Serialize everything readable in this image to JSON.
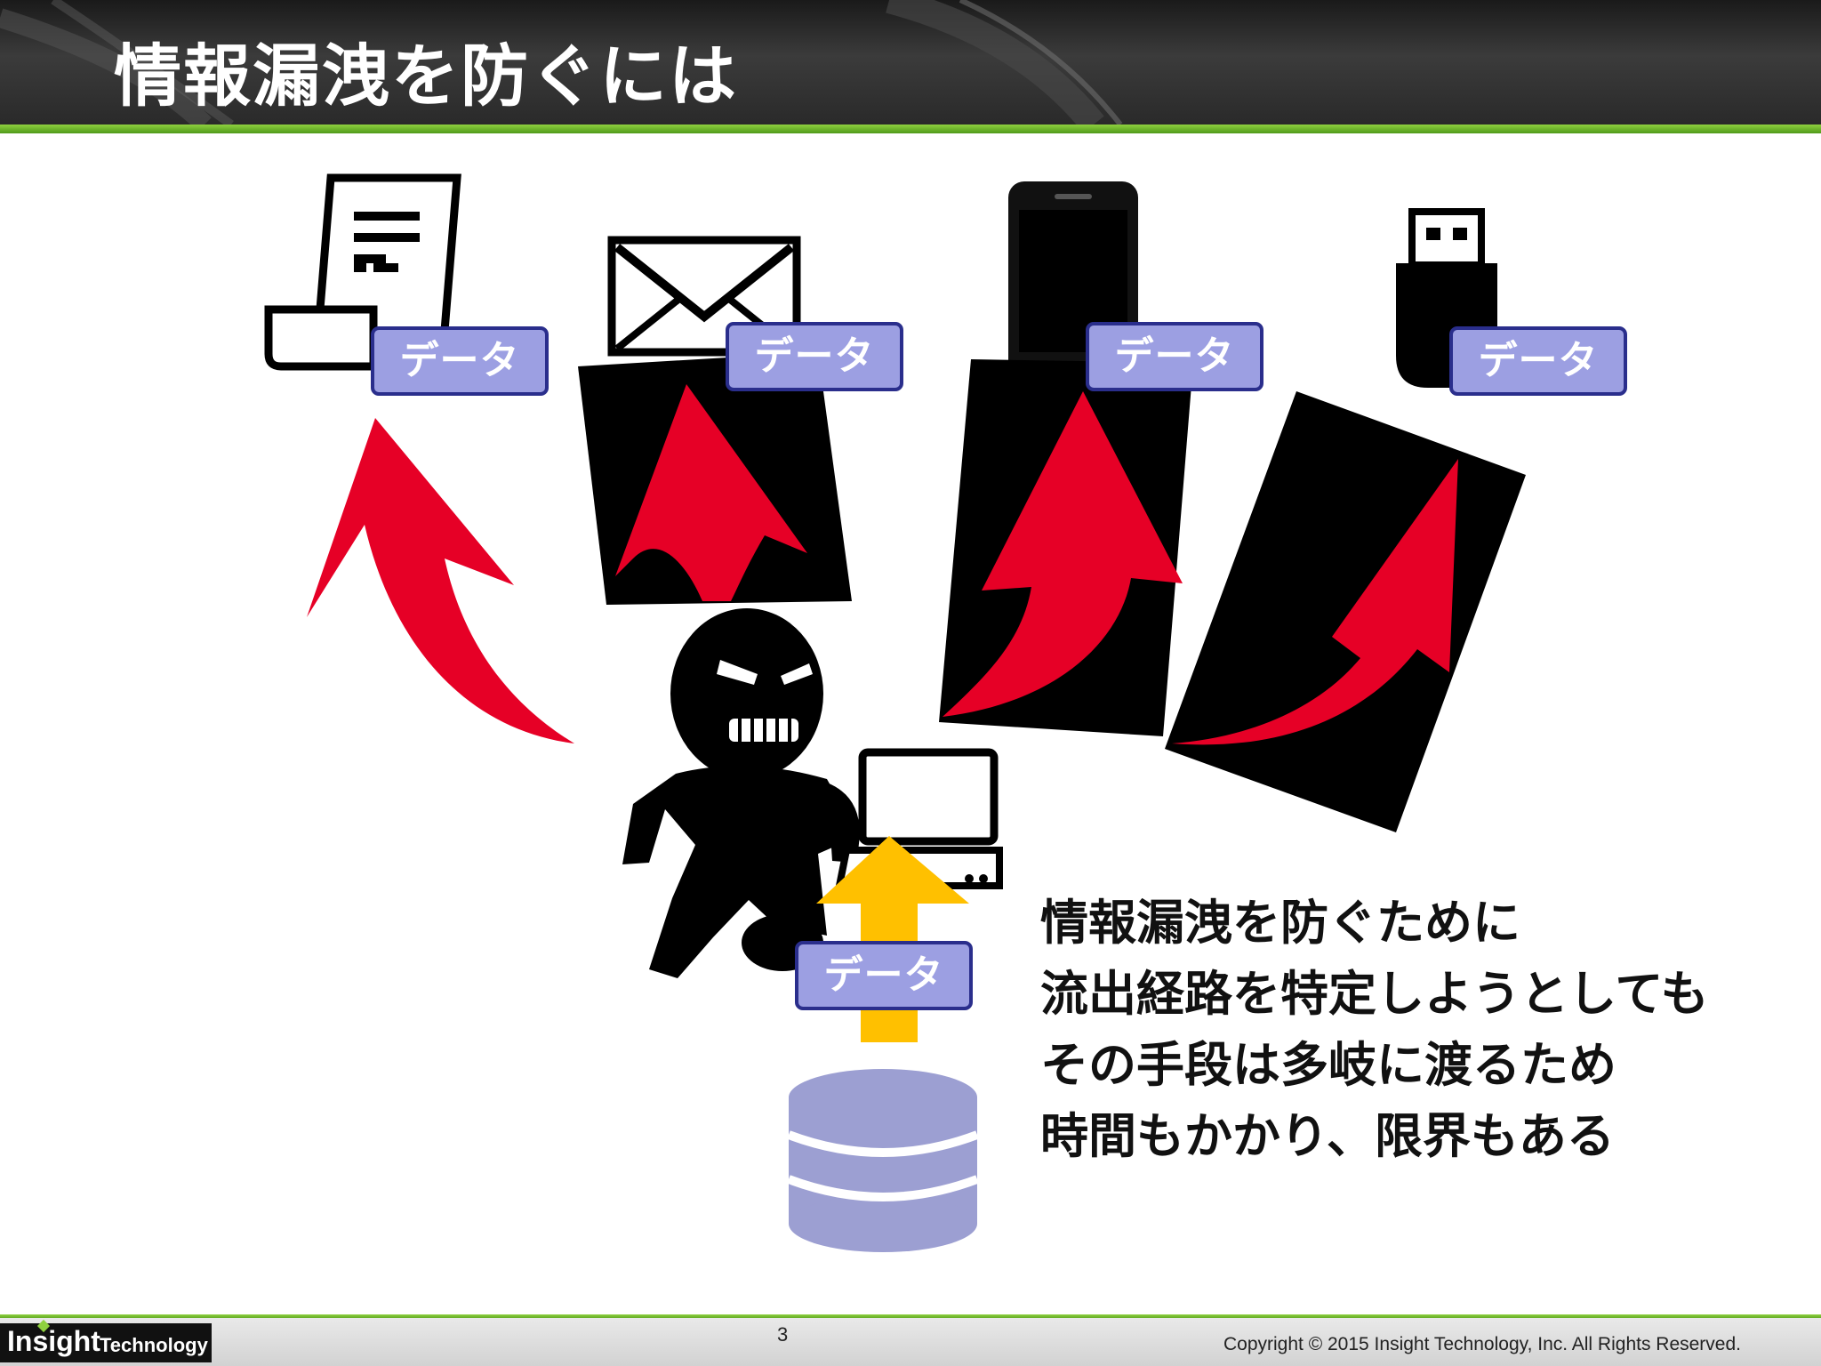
{
  "slide": {
    "title": "情報漏洩を防ぐには",
    "data_badges": [
      "データ",
      "データ",
      "データ",
      "データ",
      "データ"
    ],
    "body_lines": [
      "情報漏洩を防ぐために",
      "流出経路を特定しようとしても",
      "その手段は多岐に渡るため",
      "時間もかかり、限界もある"
    ]
  },
  "footer": {
    "logo_insight": "Insight",
    "logo_technology": "Technology",
    "page_number": "3",
    "copyright": "Copyright © 2015 Insight Technology, Inc. All Rights Reserved."
  },
  "colors": {
    "header_bar": "#2a2a2a",
    "accent_green": "#6cba2c",
    "arrow_red": "#e60026",
    "arrow_yellow": "#ffc000",
    "badge_fill": "#9c9fe2",
    "badge_border": "#2a2e8c",
    "database_fill": "#9c9fd2"
  },
  "icons": [
    "fax-icon",
    "mail-icon",
    "smartphone-icon",
    "usb-drive-icon",
    "laptop-icon",
    "database-icon",
    "thief-icon"
  ]
}
